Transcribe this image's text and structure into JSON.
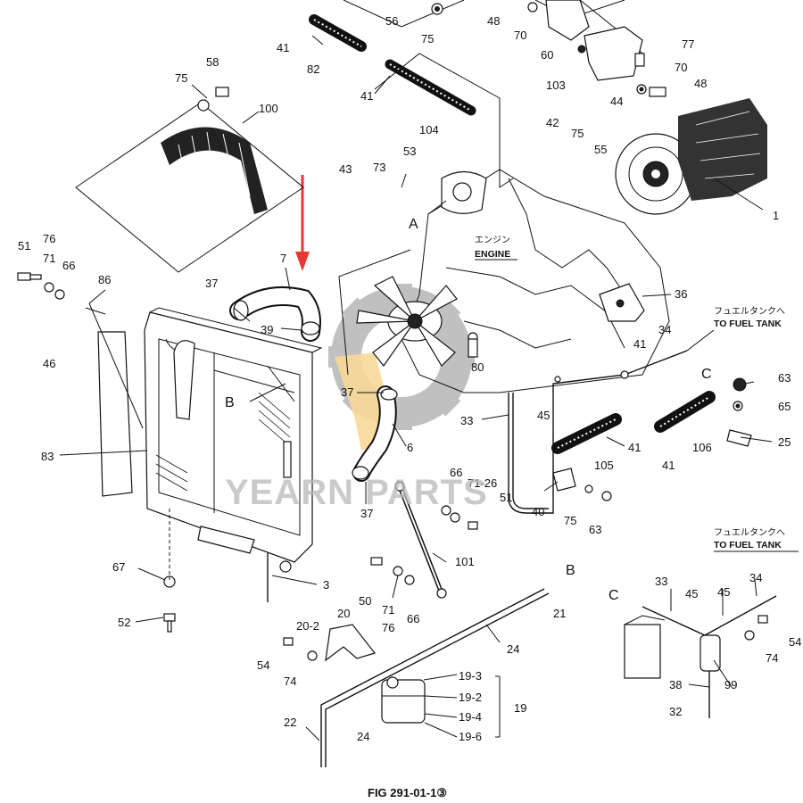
{
  "figure_caption": "FIG 291-01-1③",
  "engine_label_jp": "エンジン",
  "engine_label_en": "ENGINE",
  "fuel_tank_jp": "フュエルタンクへ",
  "fuel_tank_en": "TO FUEL TANK",
  "watermark": "YEARN PARTS",
  "colors": {
    "line": "#111111",
    "arrow": "#e53935",
    "watermark_gear": "#8e8e8e",
    "watermark_accent": "#f4b942"
  },
  "callouts": [
    {
      "id": "c56",
      "text": "56"
    },
    {
      "id": "c75a",
      "text": "75"
    },
    {
      "id": "c48a",
      "text": "48"
    },
    {
      "id": "c70a",
      "text": "70"
    },
    {
      "id": "c41a",
      "text": "41"
    },
    {
      "id": "c82",
      "text": "82"
    },
    {
      "id": "c41b",
      "text": "41"
    },
    {
      "id": "c104",
      "text": "104"
    },
    {
      "id": "c60",
      "text": "60"
    },
    {
      "id": "c77",
      "text": "77"
    },
    {
      "id": "c70b",
      "text": "70"
    },
    {
      "id": "c103",
      "text": "103"
    },
    {
      "id": "c48b",
      "text": "48"
    },
    {
      "id": "c44",
      "text": "44"
    },
    {
      "id": "c58",
      "text": "58"
    },
    {
      "id": "c75b",
      "text": "75"
    },
    {
      "id": "c100",
      "text": "100"
    },
    {
      "id": "c42",
      "text": "42"
    },
    {
      "id": "c75c",
      "text": "75"
    },
    {
      "id": "c55",
      "text": "55"
    },
    {
      "id": "c53",
      "text": "53"
    },
    {
      "id": "c43",
      "text": "43"
    },
    {
      "id": "c73",
      "text": "73"
    },
    {
      "id": "cA",
      "text": "A"
    },
    {
      "id": "c1",
      "text": "1"
    },
    {
      "id": "c51a",
      "text": "51"
    },
    {
      "id": "c76a",
      "text": "76"
    },
    {
      "id": "c71a",
      "text": "71"
    },
    {
      "id": "c66a",
      "text": "66"
    },
    {
      "id": "c86",
      "text": "86"
    },
    {
      "id": "c7",
      "text": "7"
    },
    {
      "id": "c37a",
      "text": "37"
    },
    {
      "id": "c39",
      "text": "39"
    },
    {
      "id": "c36",
      "text": "36"
    },
    {
      "id": "c46",
      "text": "46"
    },
    {
      "id": "cB1",
      "text": "B"
    },
    {
      "id": "c80",
      "text": "80"
    },
    {
      "id": "c41c",
      "text": "41"
    },
    {
      "id": "c34a",
      "text": "34"
    },
    {
      "id": "cC1",
      "text": "C"
    },
    {
      "id": "c63a",
      "text": "63"
    },
    {
      "id": "c65",
      "text": "65"
    },
    {
      "id": "c25",
      "text": "25"
    },
    {
      "id": "c37b",
      "text": "37"
    },
    {
      "id": "c33a",
      "text": "33"
    },
    {
      "id": "c45a",
      "text": "45"
    },
    {
      "id": "c6",
      "text": "6"
    },
    {
      "id": "c41d",
      "text": "41"
    },
    {
      "id": "c106",
      "text": "106"
    },
    {
      "id": "c41e",
      "text": "41"
    },
    {
      "id": "c105",
      "text": "105"
    },
    {
      "id": "c83",
      "text": "83"
    },
    {
      "id": "c66b",
      "text": "66"
    },
    {
      "id": "c7126",
      "text": "71-26"
    },
    {
      "id": "c51b",
      "text": "51"
    },
    {
      "id": "c37c",
      "text": "37"
    },
    {
      "id": "c40",
      "text": "40"
    },
    {
      "id": "c75d",
      "text": "75"
    },
    {
      "id": "c63b",
      "text": "63"
    },
    {
      "id": "c101",
      "text": "101"
    },
    {
      "id": "c67",
      "text": "67"
    },
    {
      "id": "c50",
      "text": "50"
    },
    {
      "id": "c71b",
      "text": "71"
    },
    {
      "id": "c76b",
      "text": "76"
    },
    {
      "id": "c66c",
      "text": "66"
    },
    {
      "id": "c3",
      "text": "3"
    },
    {
      "id": "cB2",
      "text": "B"
    },
    {
      "id": "c21",
      "text": "21"
    },
    {
      "id": "c52",
      "text": "52"
    },
    {
      "id": "c202",
      "text": "20-2"
    },
    {
      "id": "c20",
      "text": "20"
    },
    {
      "id": "c54a",
      "text": "54"
    },
    {
      "id": "c74a",
      "text": "74"
    },
    {
      "id": "c24a",
      "text": "24"
    },
    {
      "id": "cC2",
      "text": "C"
    },
    {
      "id": "c33b",
      "text": "33"
    },
    {
      "id": "c45b",
      "text": "45"
    },
    {
      "id": "c45c",
      "text": "45"
    },
    {
      "id": "c34b",
      "text": "34"
    },
    {
      "id": "c54b",
      "text": "54"
    },
    {
      "id": "c74b",
      "text": "74"
    },
    {
      "id": "c193",
      "text": "19-3"
    },
    {
      "id": "c192",
      "text": "19-2"
    },
    {
      "id": "c19",
      "text": "19"
    },
    {
      "id": "c194",
      "text": "19-4"
    },
    {
      "id": "c196",
      "text": "19-6"
    },
    {
      "id": "c22",
      "text": "22"
    },
    {
      "id": "c24b",
      "text": "24"
    },
    {
      "id": "c99",
      "text": "99"
    },
    {
      "id": "c38",
      "text": "38"
    },
    {
      "id": "c32",
      "text": "32"
    }
  ]
}
